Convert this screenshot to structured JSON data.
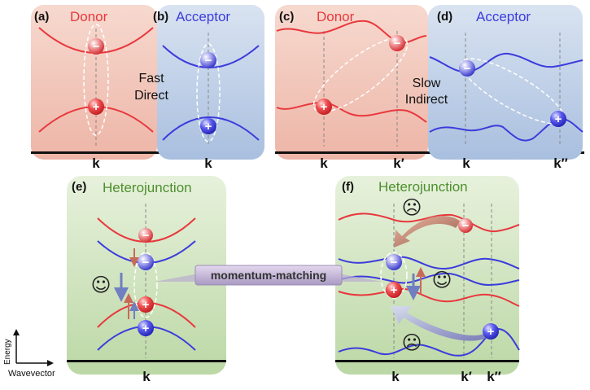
{
  "panels": {
    "a": {
      "label": "(a)",
      "title": "Donor",
      "k": "k"
    },
    "b": {
      "label": "(b)",
      "title": "Acceptor",
      "k": "k"
    },
    "c": {
      "label": "(c)",
      "title": "Donor",
      "k1": "k",
      "k2": "k′"
    },
    "d": {
      "label": "(d)",
      "title": "Acceptor",
      "k1": "k",
      "k2": "k″"
    },
    "e": {
      "label": "(e)",
      "title": "Heterojunction",
      "k": "k"
    },
    "f": {
      "label": "(f)",
      "title": "Heterojunction",
      "k1": "k",
      "k2": "k′",
      "k3": "k″"
    }
  },
  "transitions": {
    "fast": [
      "Fast",
      "Direct"
    ],
    "slow": [
      "Slow",
      "Indirect"
    ]
  },
  "connector": "momentum-matching",
  "axes": {
    "y": "Energy",
    "x": "Wavevector"
  },
  "charges": {
    "electron": "−",
    "hole": "+"
  },
  "faces": {
    "happy": "☺",
    "sad": "☹"
  },
  "colors": {
    "donor": "#e8383d",
    "acceptor": "#3c3cdc",
    "donor_bg": "#f2c9bd",
    "acceptor_bg": "#bfd0e6",
    "hetero_bg": "#cde2bc",
    "title_green": "#4e8f2e"
  }
}
